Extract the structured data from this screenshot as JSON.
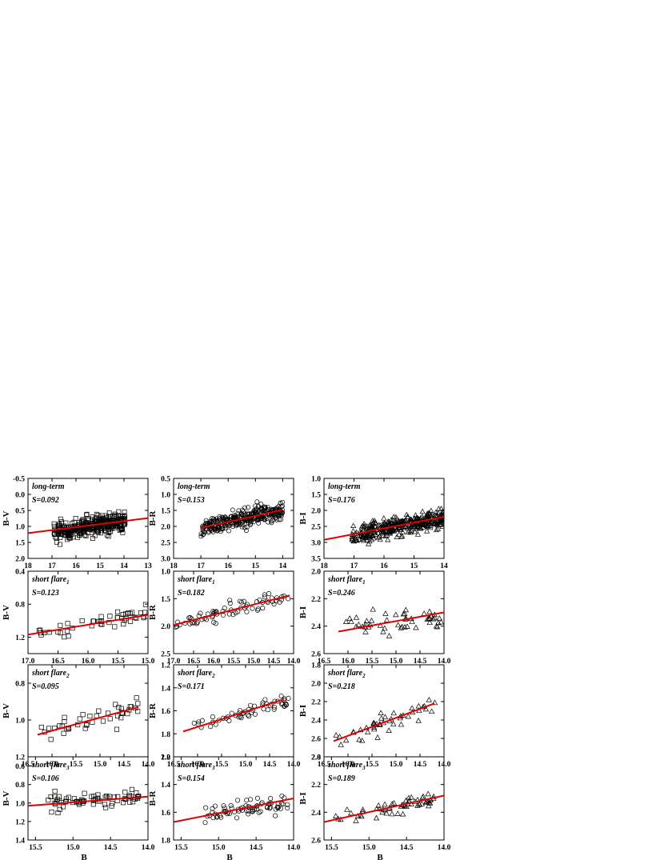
{
  "figure": {
    "xlabel": "B",
    "ylabels": [
      "B-V",
      "B-R",
      "B-I"
    ]
  },
  "chart_data": [
    {
      "type": "scatter",
      "panel": "B-V long-term",
      "label": "long-term",
      "label_sub": "",
      "s": "S=0.092",
      "marker": "square",
      "xlim": [
        18,
        13
      ],
      "ylim": [
        -0.5,
        2.0
      ],
      "xticks": [
        "18",
        "17",
        "16",
        "15",
        "14",
        "13"
      ],
      "yticks": [
        "-0.5",
        "0.0",
        "0.5",
        "1.0",
        "1.5",
        "2.0"
      ],
      "xlabel": "",
      "ylabel": "B-V",
      "fit": {
        "x": [
          18,
          13
        ],
        "y": [
          1.21,
          0.74
        ]
      },
      "n_points": 360,
      "cloud": {
        "x": [
          16.95,
          13.95
        ],
        "center": [
          1.17,
          0.84
        ],
        "spread": 0.26
      }
    },
    {
      "type": "scatter",
      "panel": "B-R long-term",
      "label": "long-term",
      "label_sub": "",
      "s": "S=0.153",
      "marker": "circle",
      "xlim": [
        18,
        13.6
      ],
      "ylim": [
        0.5,
        3.0
      ],
      "xticks": [
        "18",
        "17",
        "16",
        "15",
        "14"
      ],
      "yticks": [
        "0.5",
        "1.0",
        "1.5",
        "2.0",
        "2.5",
        "3.0"
      ],
      "xlabel": "",
      "ylabel": "B-R",
      "fit": {
        "x": [
          17,
          14
        ],
        "y": [
          2.05,
          1.48
        ]
      },
      "n_points": 340,
      "cloud": {
        "x": [
          17.0,
          14.0
        ],
        "center": [
          2.05,
          1.5
        ],
        "spread": 0.24
      }
    },
    {
      "type": "scatter",
      "panel": "B-I long-term",
      "label": "long-term",
      "label_sub": "",
      "s": "S=0.176",
      "marker": "triangle",
      "xlim": [
        18,
        14
      ],
      "ylim": [
        1.0,
        3.5
      ],
      "xticks": [
        "18",
        "17",
        "16",
        "15",
        "14"
      ],
      "yticks": [
        "1.0",
        "1.5",
        "2.0",
        "2.5",
        "3.0",
        "3.5"
      ],
      "xlabel": "",
      "ylabel": "B-I",
      "fit": {
        "x": [
          18,
          14
        ],
        "y": [
          2.92,
          2.2
        ]
      },
      "n_points": 380,
      "cloud": {
        "x": [
          17.1,
          14.0
        ],
        "center": [
          2.75,
          2.22
        ],
        "spread": 0.26
      }
    },
    {
      "type": "scatter",
      "panel": "B-V short flare 1",
      "label": "short flare",
      "label_sub": "1",
      "s": "S=0.123",
      "marker": "square",
      "xlim": [
        17.0,
        15.0
      ],
      "ylim": [
        0.4,
        1.4
      ],
      "xticks": [
        "17.0",
        "16.5",
        "16.0",
        "15.5",
        "15.0"
      ],
      "yticks": [
        "0.4",
        "0.8",
        "1.2"
      ],
      "xlabel": "",
      "ylabel": "B-V",
      "fit": {
        "x": [
          17.0,
          15.0
        ],
        "y": [
          1.17,
          0.93
        ]
      },
      "n_points": 48,
      "cloud": {
        "x": [
          16.9,
          15.0
        ],
        "center": [
          1.15,
          0.9
        ],
        "spread": 0.09
      }
    },
    {
      "type": "scatter",
      "panel": "B-R short flare 1",
      "label": "short flare",
      "label_sub": "1",
      "s": "S=0.182",
      "marker": "circle",
      "xlim": [
        17.0,
        14.0
      ],
      "ylim": [
        1.0,
        2.5
      ],
      "xticks": [
        "17.0",
        "16.5",
        "16.0",
        "15.5",
        "15.0",
        "14.5",
        "14.0"
      ],
      "yticks": [
        "1.0",
        "1.5",
        "2.0",
        "2.5"
      ],
      "xlabel": "",
      "ylabel": "B-R",
      "fit": {
        "x": [
          17.0,
          14.1
        ],
        "y": [
          1.98,
          1.44
        ]
      },
      "n_points": 70,
      "cloud": {
        "x": [
          16.95,
          14.1
        ],
        "center": [
          1.97,
          1.45
        ],
        "spread": 0.12
      }
    },
    {
      "type": "scatter",
      "panel": "B-I short flare 1",
      "label": "short flare",
      "label_sub": "1",
      "s": "S=0.246",
      "marker": "triangle",
      "xlim": [
        16.5,
        14.0
      ],
      "ylim": [
        2.0,
        2.6
      ],
      "xticks": [
        "16.5",
        "16.0",
        "15.5",
        "15.0",
        "14.5",
        "14.0"
      ],
      "yticks": [
        "2.0",
        "2.2",
        "2.4",
        "2.6"
      ],
      "xlabel": "",
      "ylabel": "B-I",
      "fit": {
        "x": [
          16.2,
          14.0
        ],
        "y": [
          2.44,
          2.3
        ]
      },
      "n_points": 50,
      "cloud": {
        "x": [
          16.1,
          14.05
        ],
        "center": [
          2.42,
          2.32
        ],
        "spread": 0.08
      }
    },
    {
      "type": "scatter",
      "panel": "B-V short flare 2",
      "label": "short flare",
      "label_sub": "2",
      "s": "S=0.095",
      "marker": "square",
      "xlim": [
        16.5,
        14.0
      ],
      "ylim": [
        0.7,
        1.2
      ],
      "xticks": [
        "16.5",
        "16.0",
        "15.5",
        "15.0",
        "14.5",
        "14.0"
      ],
      "yticks": [
        "0.8",
        "1.0",
        "1.2"
      ],
      "xlabel": "",
      "ylabel": "B-V",
      "fit": {
        "x": [
          16.3,
          14.2
        ],
        "y": [
          1.08,
          0.93
        ]
      },
      "n_points": 42,
      "cloud": {
        "x": [
          16.3,
          14.2
        ],
        "center": [
          1.08,
          0.93
        ],
        "spread": 0.05
      }
    },
    {
      "type": "scatter",
      "panel": "B-R short flare 2",
      "label": "short flare",
      "label_sub": "2",
      "s": "S=0.171",
      "marker": "circle",
      "xlim": [
        16.5,
        14.0
      ],
      "ylim": [
        1.2,
        2.0
      ],
      "xticks": [
        "16.5",
        "16.0",
        "15.5",
        "15.0",
        "14.5",
        "14.0"
      ],
      "yticks": [
        "1.2",
        "1.4",
        "1.6",
        "1.8",
        "2.0"
      ],
      "xlabel": "",
      "ylabel": "B-R",
      "fit": {
        "x": [
          16.3,
          14.2
        ],
        "y": [
          1.78,
          1.5
        ]
      },
      "n_points": 55,
      "cloud": {
        "x": [
          16.3,
          14.1
        ],
        "center": [
          1.77,
          1.5
        ],
        "spread": 0.07
      }
    },
    {
      "type": "scatter",
      "panel": "B-I short flare 2",
      "label": "short flare",
      "label_sub": "2",
      "s": "S=0.218",
      "marker": "triangle",
      "xlim": [
        16.5,
        14.0
      ],
      "ylim": [
        1.8,
        2.8
      ],
      "xticks": [
        "16.5",
        "16.0",
        "15.5",
        "15.0",
        "14.5",
        "14.0"
      ],
      "yticks": [
        "1.8",
        "2.0",
        "2.2",
        "2.4",
        "2.6",
        "2.8"
      ],
      "xlabel": "",
      "ylabel": "B-I",
      "fit": {
        "x": [
          16.3,
          14.2
        ],
        "y": [
          2.63,
          2.22
        ]
      },
      "n_points": 46,
      "cloud": {
        "x": [
          16.3,
          14.15
        ],
        "center": [
          2.62,
          2.24
        ],
        "spread": 0.1
      }
    },
    {
      "type": "scatter",
      "panel": "B-V short flare 3",
      "label": "short flare",
      "label_sub": "3",
      "s": "S=0.106",
      "marker": "square",
      "xlim": [
        15.6,
        14.0
      ],
      "ylim": [
        0.5,
        1.4
      ],
      "xticks": [
        "15.5",
        "15.0",
        "14.5",
        "14.0"
      ],
      "yticks": [
        "0.6",
        "0.8",
        "1.0",
        "1.2",
        "1.4"
      ],
      "xlabel": "B",
      "ylabel": "B-V",
      "fit": {
        "x": [
          15.6,
          14.0
        ],
        "y": [
          1.03,
          0.93
        ]
      },
      "n_points": 70,
      "cloud": {
        "x": [
          15.35,
          14.1
        ],
        "center": [
          0.99,
          0.93
        ],
        "spread": 0.07
      }
    },
    {
      "type": "scatter",
      "panel": "B-R short flare 3",
      "label": "short flare",
      "label_sub": "3",
      "s": "S=0.154",
      "marker": "circle",
      "xlim": [
        15.6,
        14.0
      ],
      "ylim": [
        1.2,
        1.8
      ],
      "xticks": [
        "15.5",
        "15.0",
        "14.5",
        "14.0"
      ],
      "yticks": [
        "1.2",
        "1.4",
        "1.6",
        "1.8"
      ],
      "xlabel": "B",
      "ylabel": "B-R",
      "fit": {
        "x": [
          15.6,
          14.0
        ],
        "y": [
          1.67,
          1.5
        ]
      },
      "n_points": 72,
      "cloud": {
        "x": [
          15.35,
          14.05
        ],
        "center": [
          1.63,
          1.52
        ],
        "spread": 0.06
      }
    },
    {
      "type": "scatter",
      "panel": "B-I short flare 3",
      "label": "short flare",
      "label_sub": "3",
      "s": "S=0.189",
      "marker": "triangle",
      "xlim": [
        15.6,
        14.0
      ],
      "ylim": [
        2.0,
        2.6
      ],
      "xticks": [
        "15.5",
        "15.0",
        "14.5",
        "14.0"
      ],
      "yticks": [
        "2.0",
        "2.2",
        "2.4",
        "2.6"
      ],
      "xlabel": "B",
      "ylabel": "B-I",
      "fit": {
        "x": [
          15.6,
          14.0
        ],
        "y": [
          2.47,
          2.28
        ]
      },
      "n_points": 58,
      "cloud": {
        "x": [
          15.45,
          14.1
        ],
        "center": [
          2.43,
          2.3
        ],
        "spread": 0.05
      }
    }
  ]
}
